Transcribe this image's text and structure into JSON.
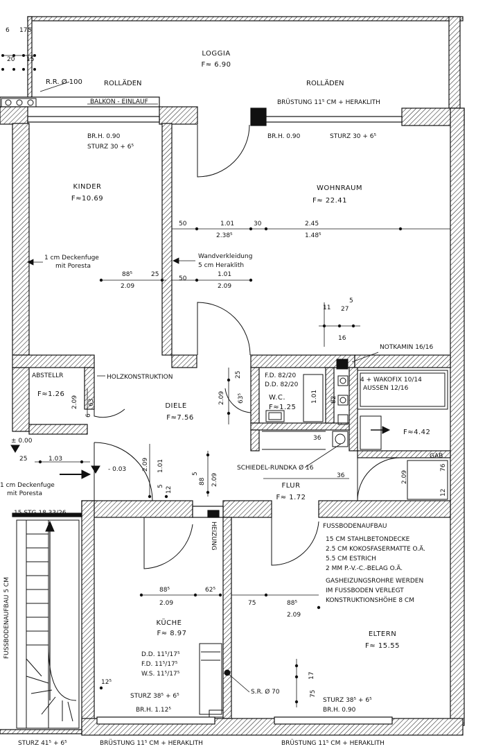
{
  "rooms": {
    "loggia": {
      "name": "LOGGIA",
      "area": "F≈ 6.90"
    },
    "kinder": {
      "name": "KINDER",
      "area": "F≈10.69"
    },
    "wohnraum": {
      "name": "WOHNRAUM",
      "area": "F≈ 22.41"
    },
    "abstellr": {
      "name": "ABSTELLR",
      "area": "F≈1.26"
    },
    "diele": {
      "name": "DIELE",
      "area": "F≈7.56"
    },
    "wc": {
      "name": "W.C.",
      "area": "F≈1.25"
    },
    "bad": {
      "area": "F≈4.42"
    },
    "flur": {
      "name": "FLUR",
      "area": "F≈ 1.72"
    },
    "kueche": {
      "name": "KÜCHE",
      "area": "F≈ 8.97"
    },
    "eltern": {
      "name": "ELTERN",
      "area": "F≈ 15.55"
    }
  },
  "labels": {
    "rolladen_left": "ROLLÄDEN",
    "rolladen_right": "ROLLÄDEN",
    "rr": "R.R. Ø 100",
    "balkon": "BALKON - EINLAUF",
    "bruestung_top": "BRÜSTUNG 11⁵ CM + HERAKLITH",
    "kinder_brh": "BR.H. 0.90",
    "kinder_sturz": "STURZ 30 + 6⁵",
    "wohn_brh": "BR.H. 0.90",
    "wohn_sturz": "STURZ 30 + 6⁵",
    "deckenfuge_1": "1 cm Deckenfuge",
    "deckenfuge_2": "mit Poresta",
    "wand_1": "Wandverkleidung",
    "wand_2": "5 cm Heraklith",
    "notkamin": "NOTKAMIN 16/16",
    "holz": "HOLZKONSTRUKTION",
    "fd": "F.D. 82/20",
    "dd": "D.D. 82/20",
    "wako_1": "4 + WAKOFIX 10/14",
    "wako_2": "AUSSEN 12/16",
    "schiedel": "SCHIEDEL-RUNDKA Ø 16",
    "gab": "GAB",
    "niveau_0": "± 0.00",
    "niveau_minus": "- 0.03",
    "deckenfuge_b1": "1 cm Deckenfuge",
    "deckenfuge_b2": "mit Poresta",
    "stg": "15 STG 18.33/26",
    "fussboden_vert": "FUSSBODENAUFBAU 5 CM",
    "heizung": "HEIZUNG",
    "fb_title": "FUSSBODENAUFBAU",
    "fb_1": "15 CM STAHLBETONDECKE",
    "fb_2": "2.5 CM KOKOSFASERMATTE O.Ä.",
    "fb_3": "5.5 CM ESTRICH",
    "fb_4": "2 MM P.-V.-C.-BELAG O.Ä.",
    "fb_5": "GASHEIZUNGSROHRE WERDEN",
    "fb_6": "IM FUSSBODEN VERLEGT",
    "fb_7": "KONSTRUKTIONSHÖHE 8 CM",
    "door_dd": "D.D. 11⁵/17⁵",
    "door_fd": "F.D. 11⁵/17⁵",
    "door_ws": "W.S. 11⁵/17⁵",
    "kueche_sturz": "STURZ 38⁵ + 6⁵",
    "kueche_brh": "BR.H. 1.12⁵",
    "sr": "S.R. Ø 70",
    "eltern_sturz": "STURZ 38⁵ + 6⁵",
    "eltern_brh": "BR.H. 0.90",
    "sturz_bottom": "STURZ 41⁵ + 6⁵",
    "bruestung_bottom_l": "BRÜSTUNG 11⁵ CM + HERAKLITH",
    "bruestung_bottom_r": "BRÜSTUNG 11⁵ CM + HERAKLITH"
  },
  "dims": {
    "d50a": "50",
    "d101a": "1.01",
    "d2385": "2.38⁵",
    "d30": "30",
    "d245": "2.45",
    "d1485": "1.48⁵",
    "d885a": "88⁵",
    "d209a": "2.09",
    "d25a": "25",
    "d50b": "50",
    "d101b": "1.01",
    "d209b": "2.09",
    "d25b": "25",
    "d635": "63⁵",
    "d209c": "2.09",
    "d101c": "1.01",
    "d82": "82",
    "d209d": "2.09",
    "d6": "6",
    "d63": "63",
    "d36a": "36",
    "d36b": "36",
    "d25c": "25",
    "d103": "1.03",
    "d209e": "2.09",
    "d101d": "1.01",
    "d5": "5",
    "d12": "12",
    "d88": "88",
    "d5b": "5",
    "d209f": "2.09",
    "d209g": "2.09",
    "d76": "76",
    "d12b": "12",
    "d885b": "88⁵",
    "d625": "62⁵",
    "d209h": "2.09",
    "d75": "75",
    "d885c": "88⁵",
    "d209i": "2.09",
    "d125": "12⁵",
    "d17": "17",
    "d75b": "75",
    "d6t": "6",
    "d17t": "17",
    "d5t": "5",
    "d20": "20",
    "d15": "15",
    "dn11": "11",
    "dn27": "27",
    "dn5": "5",
    "dn16": "16"
  },
  "colors": {
    "line": "#111111",
    "hatch": "#333333",
    "bg": "#ffffff"
  }
}
